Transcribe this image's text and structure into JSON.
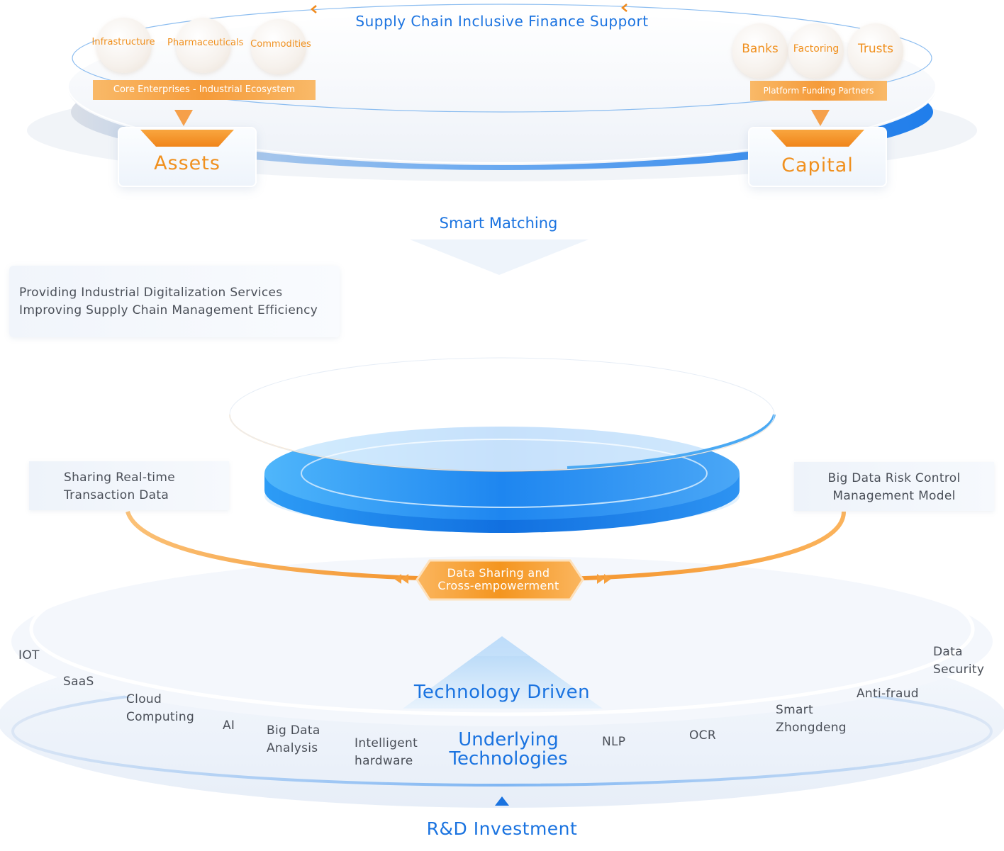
{
  "top": {
    "title": "Supply Chain Inclusive Finance Support",
    "industries": [
      "Infrastructure",
      "Pharmaceuticals",
      "Commodities"
    ],
    "core_bar": "Core Enterprises - Industrial Ecosystem",
    "funders": [
      "Banks",
      "Factoring",
      "Trusts"
    ],
    "platform_bar": "Platform Funding Partners",
    "assets": "Assets",
    "capital": "Capital",
    "smart_matching": "Smart Matching"
  },
  "services": {
    "line1": "Providing Industrial Digitalization Services",
    "line2": "Improving Supply Chain Management Efficiency"
  },
  "middle": {
    "left_box": [
      "Sharing Real-time",
      "Transaction Data"
    ],
    "right_box": [
      "Big Data Risk Control",
      "Management Model"
    ],
    "center_badge": [
      "Data Sharing and",
      "Cross-empowerment"
    ]
  },
  "bottom": {
    "technology_driven": "Technology Driven",
    "underlying": [
      "Underlying",
      "Technologies"
    ],
    "technologies": [
      [
        "IOT"
      ],
      [
        "SaaS"
      ],
      [
        "Cloud",
        "Computing"
      ],
      [
        "AI"
      ],
      [
        "Big Data",
        "Analysis"
      ],
      [
        "Intelligent",
        "hardware"
      ],
      [
        "NLP"
      ],
      [
        "OCR"
      ],
      [
        "Smart",
        "Zhongdeng"
      ],
      [
        "Anti-fraud"
      ],
      [
        "Data",
        "Security"
      ]
    ],
    "rd_investment": "R&D Investment"
  },
  "colors": {
    "blue": "#1a73e0",
    "orange": "#f0901e",
    "gray_text": "#4a4f58"
  }
}
